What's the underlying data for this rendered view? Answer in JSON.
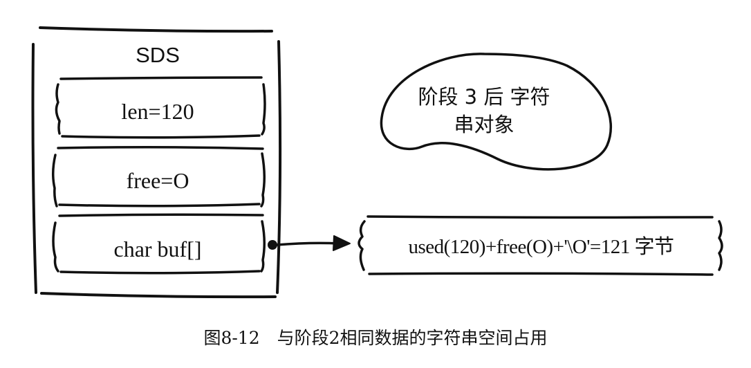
{
  "diagram": {
    "sds_label": "SDS",
    "fields": [
      {
        "label": "len=120"
      },
      {
        "label": "free=O"
      },
      {
        "label": "char buf[]"
      }
    ],
    "bubble_text": "阶段 3 后 字符串对象",
    "buffer_text": "used(120)+free(O)+'\\O'=121 字节",
    "caption": "图8-12　与阶段2相同数据的字符串空间占用",
    "ink_color": "#111111"
  }
}
